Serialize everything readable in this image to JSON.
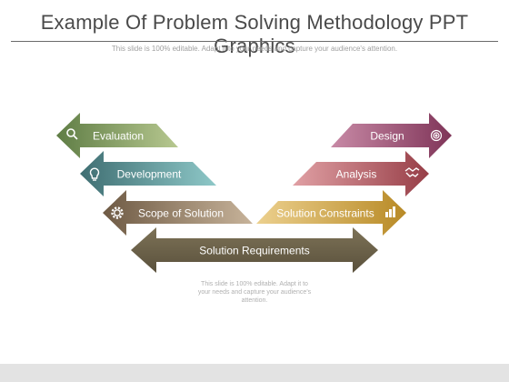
{
  "slide": {
    "title": "Example Of Problem Solving Methodology PPT Graphics",
    "subtitle": "This slide is 100% editable. Adapt it to your needs and capture your audience's attention.",
    "footnote": "This slide is 100% editable. Adapt it to your needs and capture your audience's attention."
  },
  "left_steps": [
    {
      "label": "Evaluation",
      "icon": "search-icon",
      "color": "#7a9a60"
    },
    {
      "label": "Development",
      "icon": "lightbulb-icon",
      "color": "#4f8a8c"
    },
    {
      "label": "Scope of Solution",
      "icon": "gear-icon",
      "color": "#8a7560"
    }
  ],
  "right_steps": [
    {
      "label": "Design",
      "icon": "target-icon",
      "color": "#9a4a6a"
    },
    {
      "label": "Analysis",
      "icon": "handshake-icon",
      "color": "#b05a60"
    },
    {
      "label": "Solution Constraints",
      "icon": "chart-icon",
      "color": "#c9a040"
    }
  ],
  "bottom": {
    "label": "Solution Requirements",
    "color": "#6a6048"
  }
}
